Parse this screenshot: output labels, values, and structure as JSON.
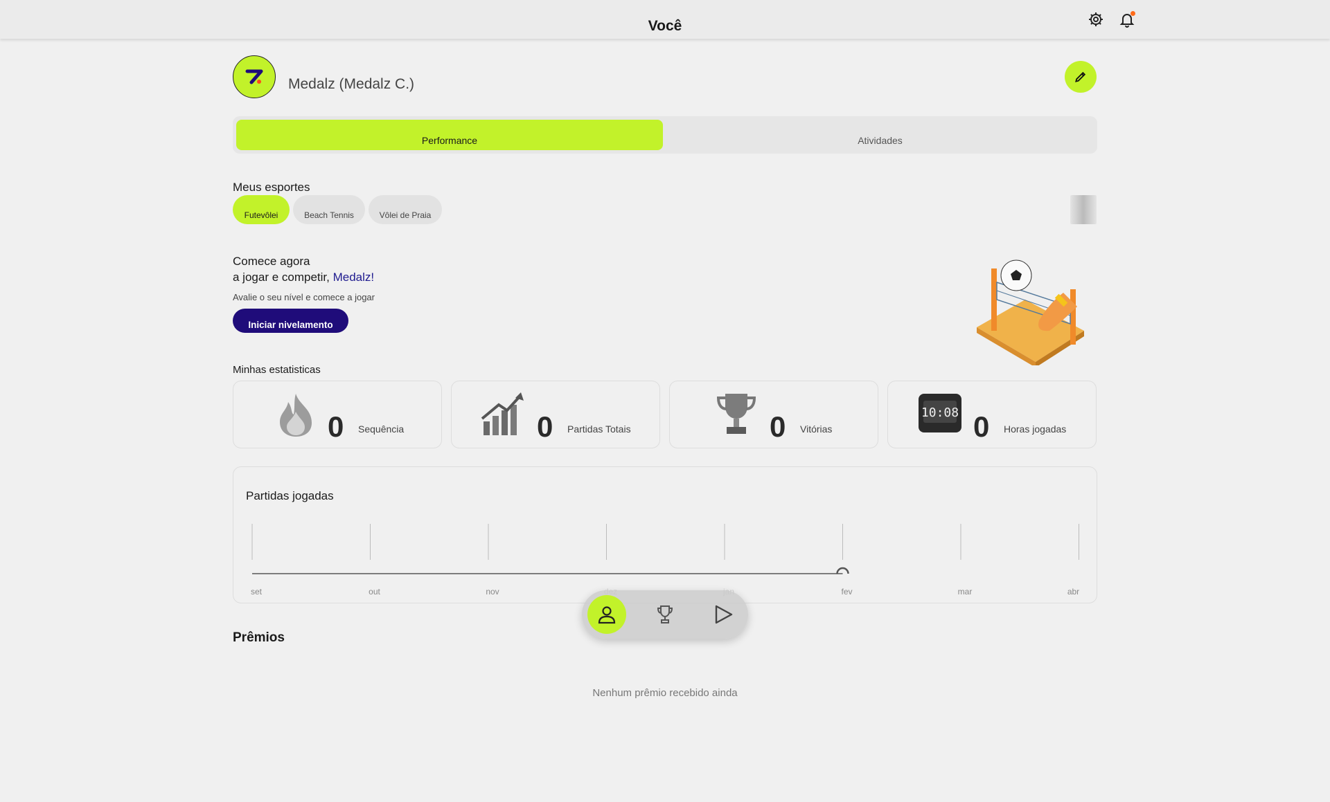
{
  "header": {
    "title": "Você",
    "settings_icon": "gear-icon",
    "notifications_icon": "bell-icon"
  },
  "profile": {
    "name": "Medalz (Medalz C.)",
    "avatar_icon": "medalz-logo",
    "edit_icon": "pencil-icon"
  },
  "tabs": [
    {
      "label": "Performance",
      "active": true
    },
    {
      "label": "Atividades",
      "active": false
    }
  ],
  "sports": {
    "title": "Meus esportes",
    "items": [
      {
        "label": "Futevôlei",
        "active": true
      },
      {
        "label": "Beach Tennis",
        "active": false
      },
      {
        "label": "Vôlei de Praia",
        "active": false
      }
    ]
  },
  "promo": {
    "line1": "Comece agora",
    "line2_prefix": "a jogar e competir, ",
    "line2_name": "Medalz!",
    "subtitle": "Avalie o seu nível e comece a jogar",
    "cta_label": "Iniciar nivelamento",
    "illustration": "volleyball-net-illustration"
  },
  "stats": {
    "title": "Minhas estatisticas",
    "items": [
      {
        "value": "0",
        "label": "Sequência",
        "icon": "fire-icon"
      },
      {
        "value": "0",
        "label": "Partidas Totais",
        "icon": "growth-chart-icon"
      },
      {
        "value": "0",
        "label": "Vitórias",
        "icon": "trophy-icon"
      },
      {
        "value": "0",
        "label": "Horas jogadas",
        "icon": "digital-clock-icon"
      }
    ]
  },
  "chart_data": {
    "type": "line",
    "title": "Partidas jogadas",
    "categories": [
      "set",
      "out",
      "nov",
      "dez",
      "jan",
      "fev",
      "mar",
      "abr"
    ],
    "series": [
      {
        "values": [
          0,
          0,
          0,
          0,
          0,
          0
        ]
      }
    ]
  },
  "prizes": {
    "title": "Prêmios",
    "empty_message": "Nenhum prêmio recebido ainda"
  },
  "bottom_nav": [
    {
      "icon": "user-icon",
      "active": true
    },
    {
      "icon": "trophy-icon",
      "active": false
    },
    {
      "icon": "play-icon",
      "active": false
    }
  ],
  "colors": {
    "accent": "#c2f22a",
    "primary": "#1f0c7a",
    "notification": "#ff6b1a"
  }
}
